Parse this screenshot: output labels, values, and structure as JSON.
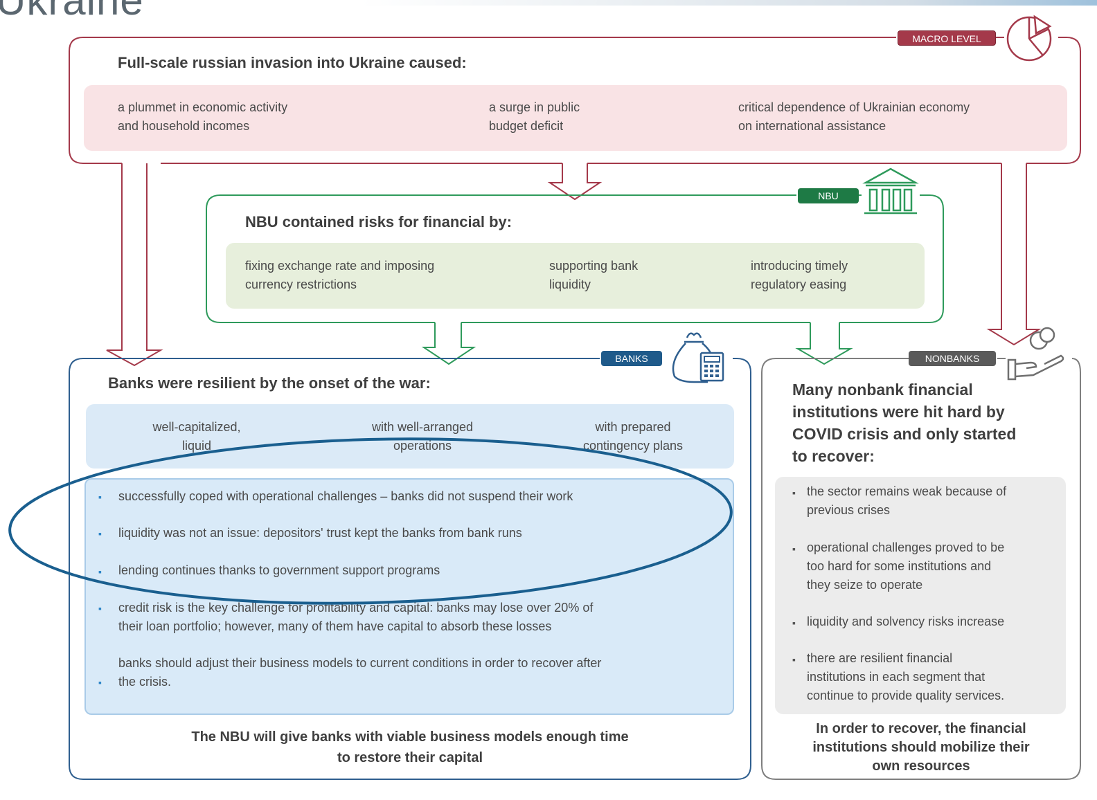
{
  "page": {
    "heading_fragment": "Ukraine"
  },
  "macro": {
    "tag": "MACRO LEVEL",
    "title": "Full-scale russian invasion into Ukraine caused:",
    "items": [
      {
        "line1": "a plummet in economic activity",
        "line2": "and household incomes"
      },
      {
        "line1": "a surge in public",
        "line2": "budget deficit"
      },
      {
        "line1": "critical dependence of Ukrainian economy",
        "line2": "on international assistance"
      }
    ]
  },
  "nbu": {
    "tag": "NBU",
    "title": "NBU contained risks for financial by:",
    "items": [
      {
        "line1": "fixing exchange rate and imposing",
        "line2": "currency restrictions"
      },
      {
        "line1": "supporting bank",
        "line2": "liquidity"
      },
      {
        "line1": "introducing timely",
        "line2": "regulatory easing"
      }
    ]
  },
  "banks": {
    "tag": "BANKS",
    "title": "Banks were resilient by the onset of the war:",
    "traits": [
      {
        "line1": "well-capitalized,",
        "line2": "liquid"
      },
      {
        "line1": "with well-arranged",
        "line2": "operations"
      },
      {
        "line1": "with prepared",
        "line2": "contingency plans"
      }
    ],
    "bullets": [
      {
        "line1": "successfully coped with operational challenges – banks did not suspend their work",
        "line2": ""
      },
      {
        "line1": "liquidity was not an issue: depositors' trust kept the banks from bank runs",
        "line2": ""
      },
      {
        "line1": "lending continues thanks to government support programs",
        "line2": ""
      },
      {
        "line1": "credit risk is the key challenge for profitability and capital: banks may lose over 20% of",
        "line2": "their loan portfolio; however, many of them have capital to absorb these losses"
      },
      {
        "line1": "banks should adjust their business models to current conditions in order to recover after",
        "line2": "the crisis."
      }
    ],
    "conclusion": {
      "line1": "The NBU will give banks with viable business models enough time",
      "line2": "to restore their capital"
    }
  },
  "nonbanks": {
    "tag": "NONBANKS",
    "title_lines": [
      "Many nonbank financial",
      "institutions were hit hard by",
      "COVID crisis and only started",
      "to recover:"
    ],
    "bullets": [
      {
        "lines": [
          "the sector remains weak because of",
          "previous crises"
        ]
      },
      {
        "lines": [
          "operational challenges proved to be",
          "too hard for some institutions and",
          "they seize to operate"
        ]
      },
      {
        "lines": [
          "liquidity and solvency risks increase"
        ]
      },
      {
        "lines": [
          "there are resilient financial",
          "institutions in each segment that",
          "continue to provide quality services."
        ]
      }
    ],
    "conclusion_lines": [
      "In order to recover, the financial",
      "institutions should mobilize their",
      "own resources"
    ]
  },
  "icons": [
    "pie-chart-icon",
    "bank-building-icon",
    "money-bag-calculator-icon",
    "hand-coins-icon"
  ],
  "colors": {
    "macro": "#a4394a",
    "macro_fill": "#f9e3e5",
    "nbu": "#2e9a5b",
    "nbu_fill": "#e7efdc",
    "banks": "#2f5f8f",
    "banks_fill": "#dbeaf7",
    "nonbanks": "#8a8a8a",
    "nonbanks_fill": "#ececec",
    "highlight_ellipse": "#1a5f8f"
  }
}
